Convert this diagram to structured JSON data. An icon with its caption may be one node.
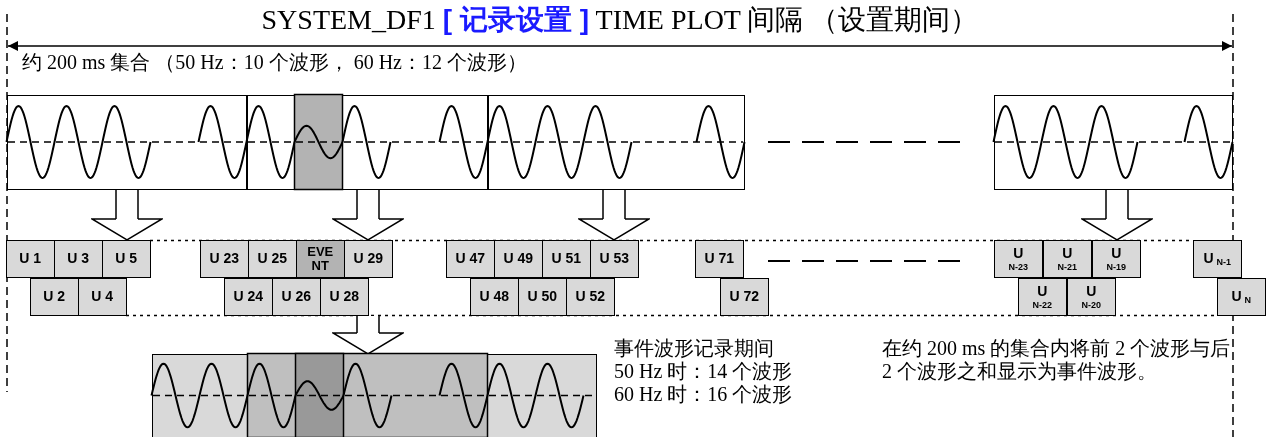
{
  "diagram": {
    "title": "SYSTEM_DF1 **[ 记录设置 ]** TIME PLOT 间隔 （设置期间）",
    "nodes": [
      {
        "text": [],
        "shape": "picture"
      },
      {
        "text": [],
        "shape": "picture"
      },
      {
        "text": [],
        "shape": "picture"
      },
      {
        "text": [],
        "shape": "picture"
      },
      {
        "text": [
          "U 1"
        ]
      },
      {
        "text": [
          "U 3"
        ]
      },
      {
        "text": [
          "U 5"
        ]
      },
      {
        "text": [
          "U 23"
        ]
      },
      {
        "text": [
          "U 25"
        ]
      },
      {
        "text": [
          "EVENT"
        ]
      },
      {
        "text": [
          "U 29"
        ]
      },
      {
        "text": [
          "U 47"
        ]
      },
      {
        "text": [
          "U 49"
        ]
      },
      {
        "text": [
          "U 51"
        ]
      },
      {
        "text": [
          "U 53"
        ]
      },
      {
        "text": [
          "U 71"
        ]
      },
      {
        "text": [
          "U$_{N-23}$"
        ]
      },
      {
        "text": [
          "U$_{N-21}$"
        ]
      },
      {
        "text": [
          "U$_{N-19}$"
        ]
      },
      {
        "text": [
          "U$_{N-1}$"
        ]
      },
      {
        "text": [
          "U 2"
        ]
      },
      {
        "text": [
          "U 4"
        ]
      },
      {
        "text": [
          "U 24"
        ]
      },
      {
        "text": [
          "U 26"
        ]
      },
      {
        "text": [
          "U 28"
        ]
      },
      {
        "text": [
          "U 48"
        ]
      },
      {
        "text": [
          "U 50"
        ]
      },
      {
        "text": [
          "U 52"
        ]
      },
      {
        "text": [
          "U 72"
        ]
      },
      {
        "text": [
          "U$_{N-22}$"
        ]
      },
      {
        "text": [
          "U$_{N-20}$"
        ]
      },
      {
        "text": [
          "U$_{N}$"
        ]
      },
      {
        "text": [],
        "shape": "picture"
      }
    ],
    "edges": [
      {
        "from": 0,
        "to": 6,
        "arrow": "to"
      },
      {
        "from": 1,
        "to": 10,
        "arrow": "to"
      },
      {
        "from": 2,
        "to": 14,
        "arrow": "to"
      },
      {
        "from": 3,
        "to": 18,
        "arrow": "to"
      },
      {
        "from": 24,
        "to": 32,
        "arrow": "to"
      }
    ],
    "labels": [
      "约 200 ms 集合 （50 Hz：10 个波形， 60 Hz：12 个波形）",
      "事件波形记录期间",
      "50 Hz 时：14 个波形",
      "60 Hz 时：16 个波形",
      "在约 200 ms 的集合内将前 2 个波形与后 2 个波形之和显示为事件波形。"
    ]
  }
}
